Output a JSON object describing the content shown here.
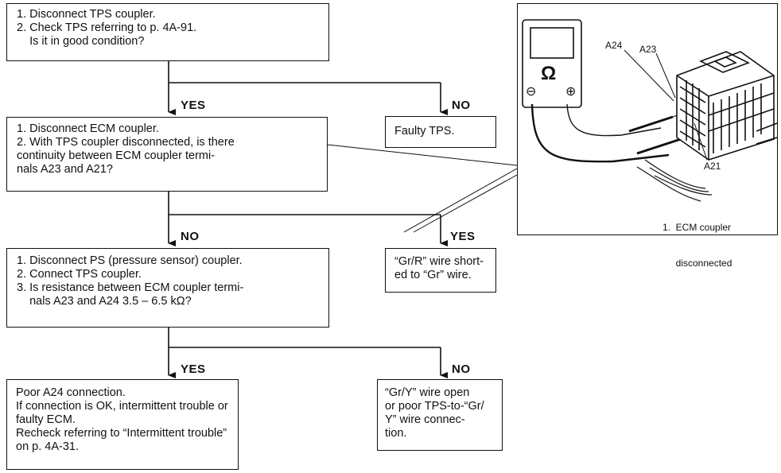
{
  "box1": {
    "lines": [
      "1. Disconnect TPS coupler.",
      "2. Check TPS referring to p. 4A-91.",
      "    Is it in good condition?"
    ]
  },
  "branch1": {
    "yes": "YES",
    "no": "NO"
  },
  "faulty_tps": "Faulty TPS.",
  "box2": {
    "lines": [
      "1. Disconnect ECM coupler.",
      "2. With TPS coupler disconnected, is there",
      "continuity between ECM coupler termi-",
      "nals A23 and A21?"
    ]
  },
  "branch2": {
    "no": "NO",
    "yes": "YES"
  },
  "box3": {
    "lines": [
      "1. Disconnect PS (pressure sensor) coupler.",
      "2. Connect TPS coupler.",
      "3. Is resistance between ECM coupler termi-",
      "    nals A23 and A24 3.5 – 6.5 kΩ?"
    ]
  },
  "short_box": {
    "lines": [
      "“Gr/R” wire short-",
      "ed to “Gr” wire."
    ]
  },
  "branch3": {
    "yes": "YES",
    "no": "NO"
  },
  "box4": {
    "lines": [
      "Poor A24 connection.",
      "If connection is OK, intermittent trouble or",
      "faulty ECM.",
      "Recheck referring to “Intermittent trouble”",
      "on p. 4A-31."
    ]
  },
  "open_box": {
    "lines": [
      "“Gr/Y” wire open",
      "or poor TPS-to-“Gr/",
      "Y” wire connec-",
      "tion."
    ]
  },
  "illustration": {
    "meter_symbol": "Ω",
    "minus": "⊖",
    "plus": "⊕",
    "terminals": [
      "A24",
      "A23",
      "A21"
    ],
    "note_lines": [
      "1.  ECM coupler",
      "     disconnected"
    ]
  }
}
